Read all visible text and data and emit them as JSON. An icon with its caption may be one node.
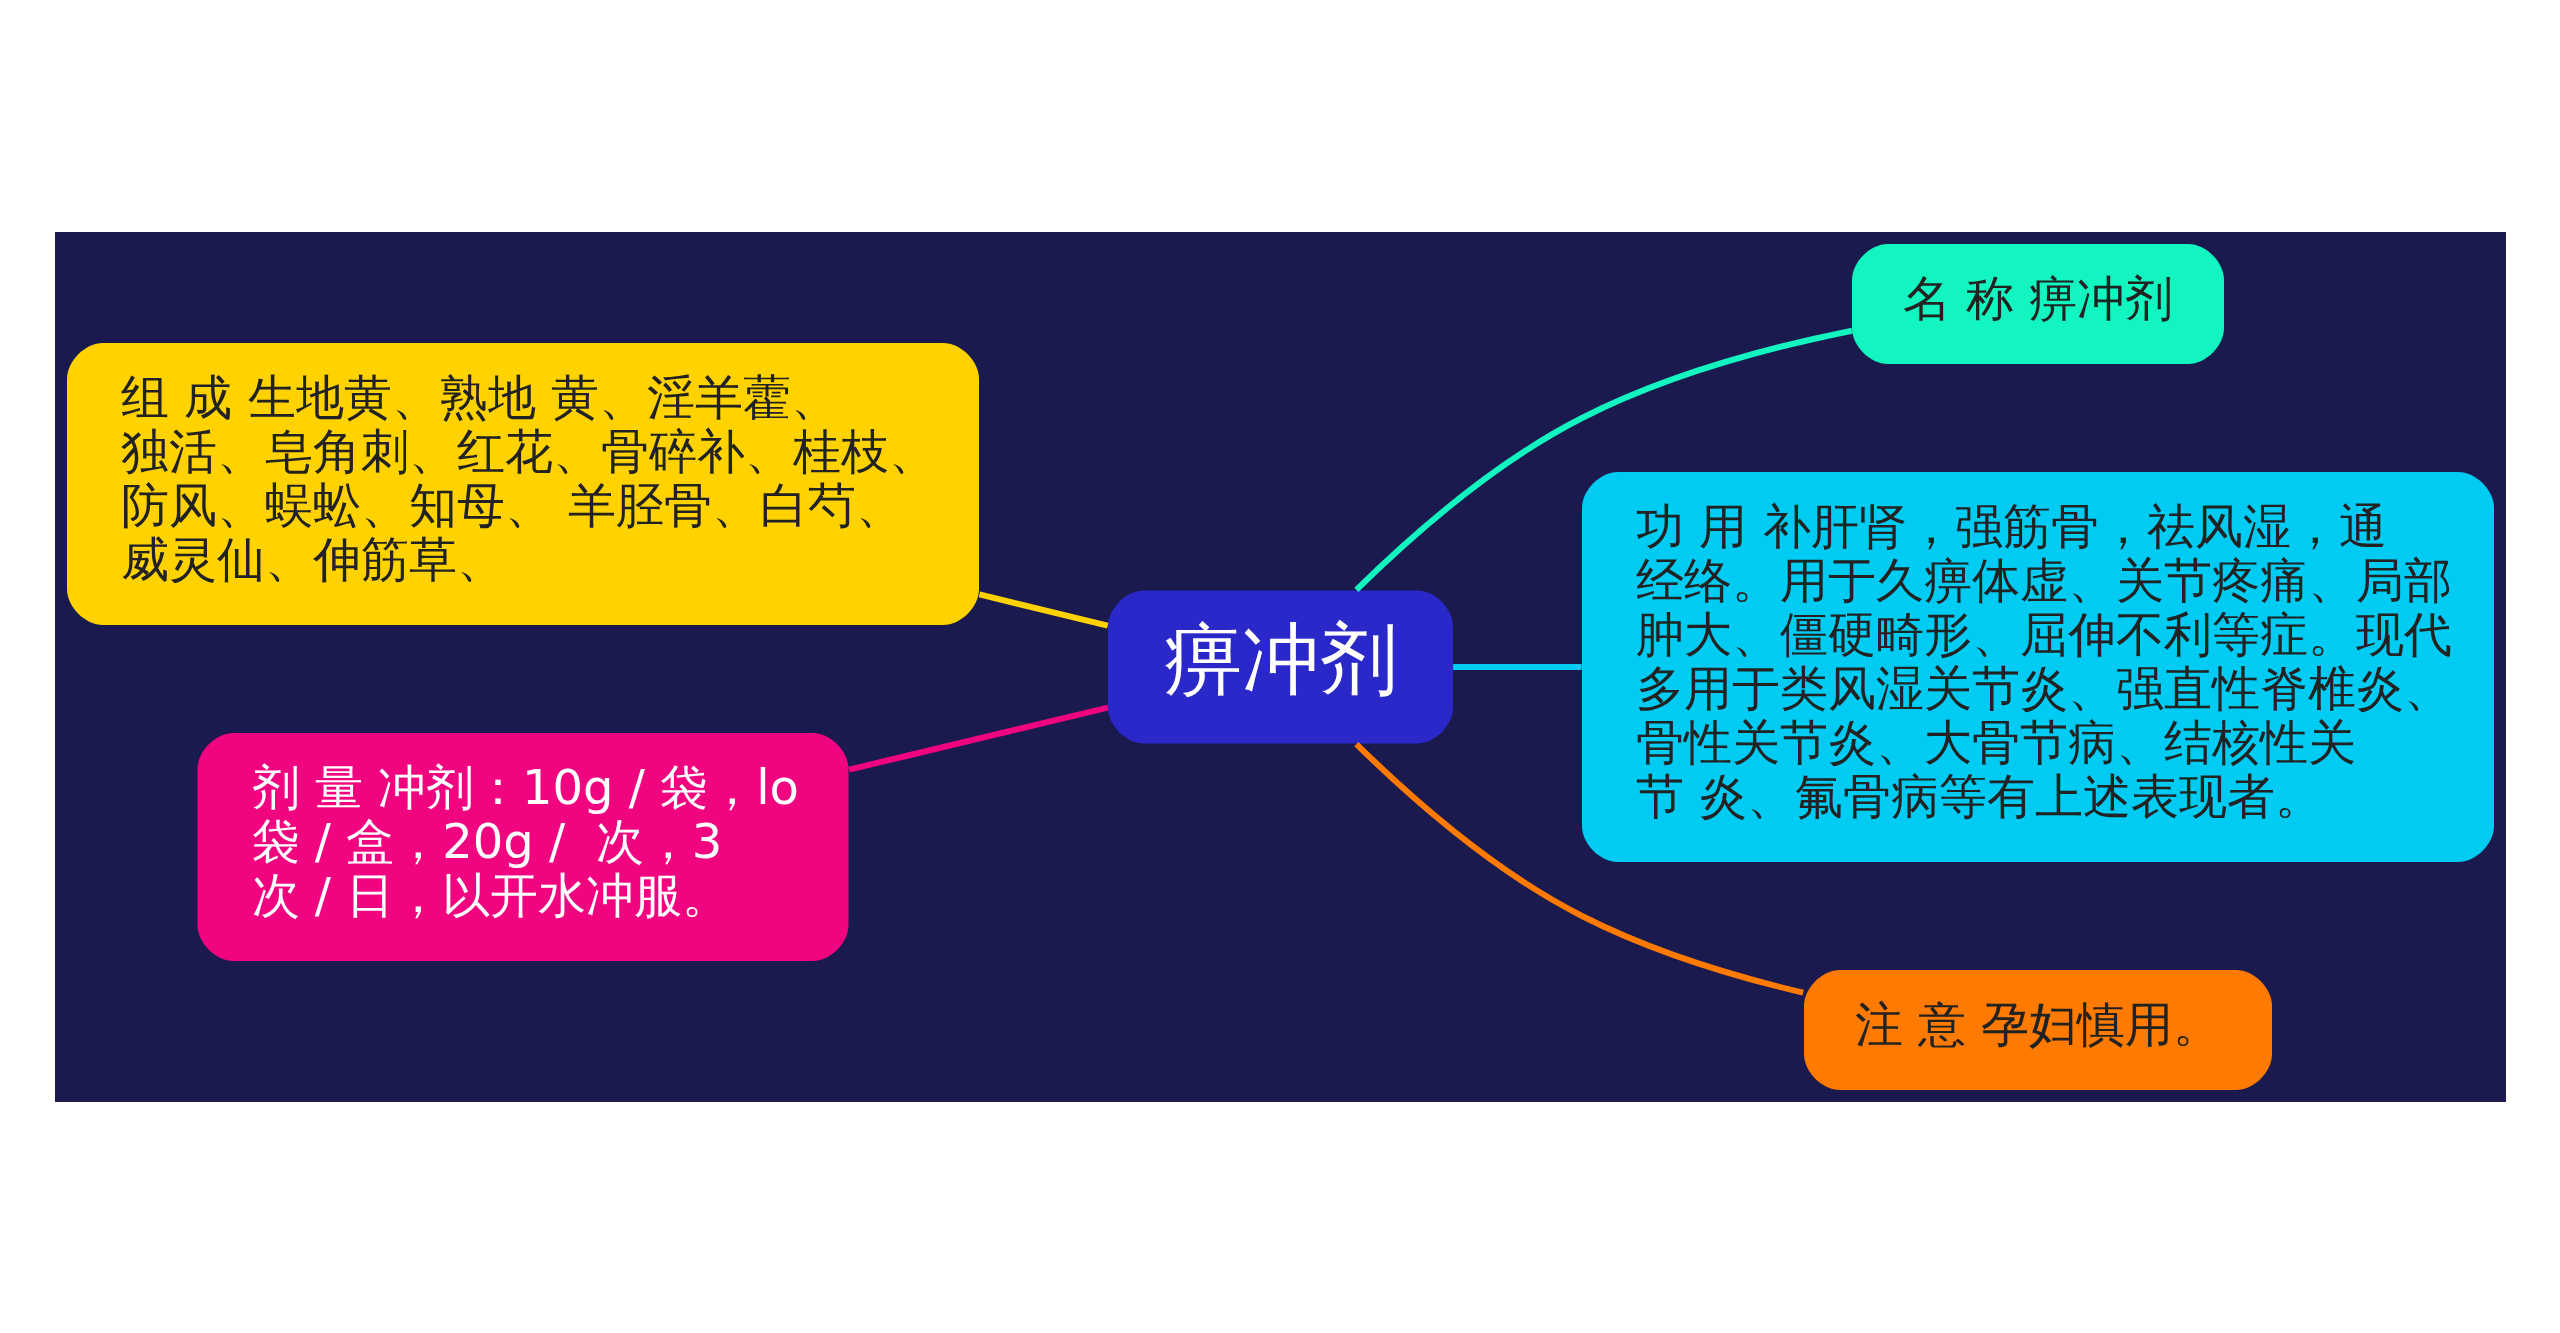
{
  "diagram": {
    "nodes": [
      {
        "text": [
          "痹冲剂"
        ]
      },
      {
        "text": [
          "组 成 生地黄、熟地 黄、淫羊藿、独活、皂角刺、红花、骨碎补、桂枝、防风、蜈蚣、知母、 羊胫骨、白芍、威灵仙、伸筋草、"
        ]
      },
      {
        "text": [
          "剂 量 冲剂：10g / 袋，lo袋 / 盒，20g /  次，3次 / 日，以开水冲服。"
        ]
      },
      {
        "text": [
          "名 称 痹冲剂"
        ]
      },
      {
        "text": [
          "功 用 补肝肾，强筋骨，祛风湿，通经络。用于久痹体虚、关节疼痛、局部肿大、僵硬畸形、屈伸不利等症。现代多用于类风湿关节炎、强直性脊椎炎、骨性关节炎、大骨节病、结核性关节 炎、氟骨病等有上述表现者。"
        ]
      },
      {
        "text": [
          "注 意 孕妇慎用。"
        ]
      }
    ],
    "edges": [
      {
        "from": 0,
        "to": 1,
        "arrow": "none",
        "color": "#ffd200"
      },
      {
        "from": 0,
        "to": 2,
        "arrow": "none",
        "color": "#f0047f"
      },
      {
        "from": 0,
        "to": 3,
        "arrow": "none",
        "color": "#12f5c0"
      },
      {
        "from": 0,
        "to": 4,
        "arrow": "none",
        "color": "#00cbf2"
      },
      {
        "from": 0,
        "to": 5,
        "arrow": "none",
        "color": "#ff7a00"
      }
    ]
  }
}
